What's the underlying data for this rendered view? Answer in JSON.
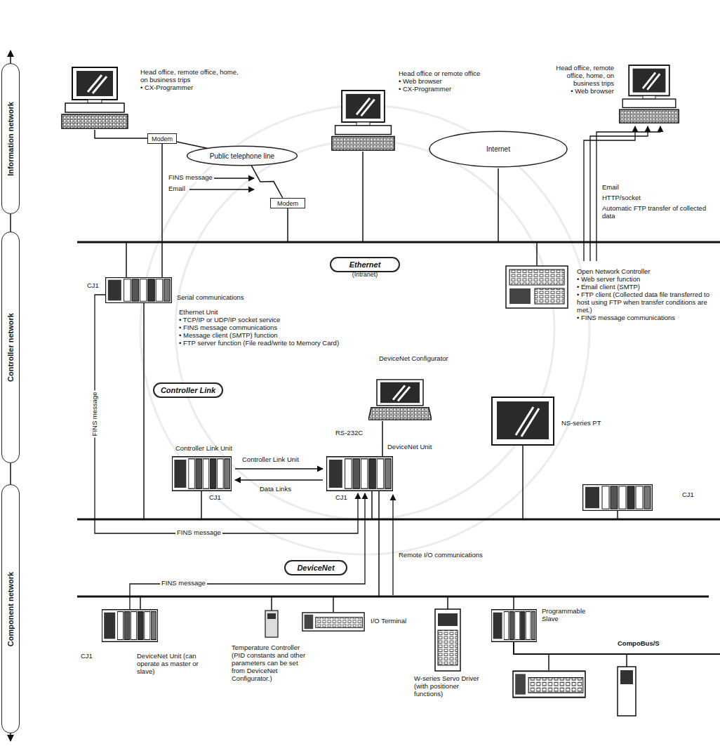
{
  "diagram": {
    "nodes": [
      {
        "text": [
          "Information network"
        ]
      },
      {
        "text": [
          "Controller network"
        ]
      },
      {
        "text": [
          "Component network"
        ]
      },
      {
        "text": [
          "Modem"
        ]
      },
      {
        "text": [
          "Public telephone line"
        ]
      },
      {
        "text": [
          "Modem"
        ]
      },
      {
        "text": [
          "Internet"
        ]
      },
      {
        "text": [
          "Ethernet",
          "(Intranet)"
        ]
      },
      {
        "text": [
          "Controller Link"
        ]
      },
      {
        "text": [
          "DeviceNet"
        ]
      }
    ],
    "edges": [
      {
        "from": 3,
        "to": 4,
        "arrow": "none"
      },
      {
        "from": 4,
        "to": 5,
        "arrow": "none"
      }
    ],
    "labels": [
      "Head office, remote office, home, on business trips",
      "• CX-Programmer",
      "Head office or remote office",
      "• Web browser",
      "• CX-Programmer",
      "Head office, remote office, home, on business trips",
      "• Web browser",
      "FINS message",
      "Email",
      "Serial communications",
      "CJ1",
      "Ethernet Unit",
      "• TCP/IP or UDP/IP socket service",
      "• FINS message communications",
      "• Message client (SMTP) function",
      "• FTP server function (File read/write to Memory Card)",
      "Email",
      "HTTP/socket",
      "Automatic FTP transfer of collected data",
      "Open Network Controller",
      "• Web server function",
      "• Email client (SMTP)",
      "• FTP client (Collected data file transferred to host using FTP when transfer conditions are met.)",
      "• FINS message communications",
      "DeviceNet Configurator",
      "RS-232C",
      "NS-series PT",
      "Controller Link Unit",
      "Controller Link Unit",
      "DeviceNet Unit",
      "Data Links",
      "CJ1",
      "CJ1",
      "CJ1",
      "FINS message",
      "FINS message",
      "Remote I/O communications",
      "FINS message",
      "CJ1",
      "DeviceNet Unit (can operate as master or slave)",
      "Temperature Controller (PID constants and other parameters can be set from DeviceNet Configurator.)",
      "I/O Terminal",
      "W-series Servo Driver (with positioner functions)",
      "Programmable Slave",
      "CompoBus/S"
    ]
  }
}
